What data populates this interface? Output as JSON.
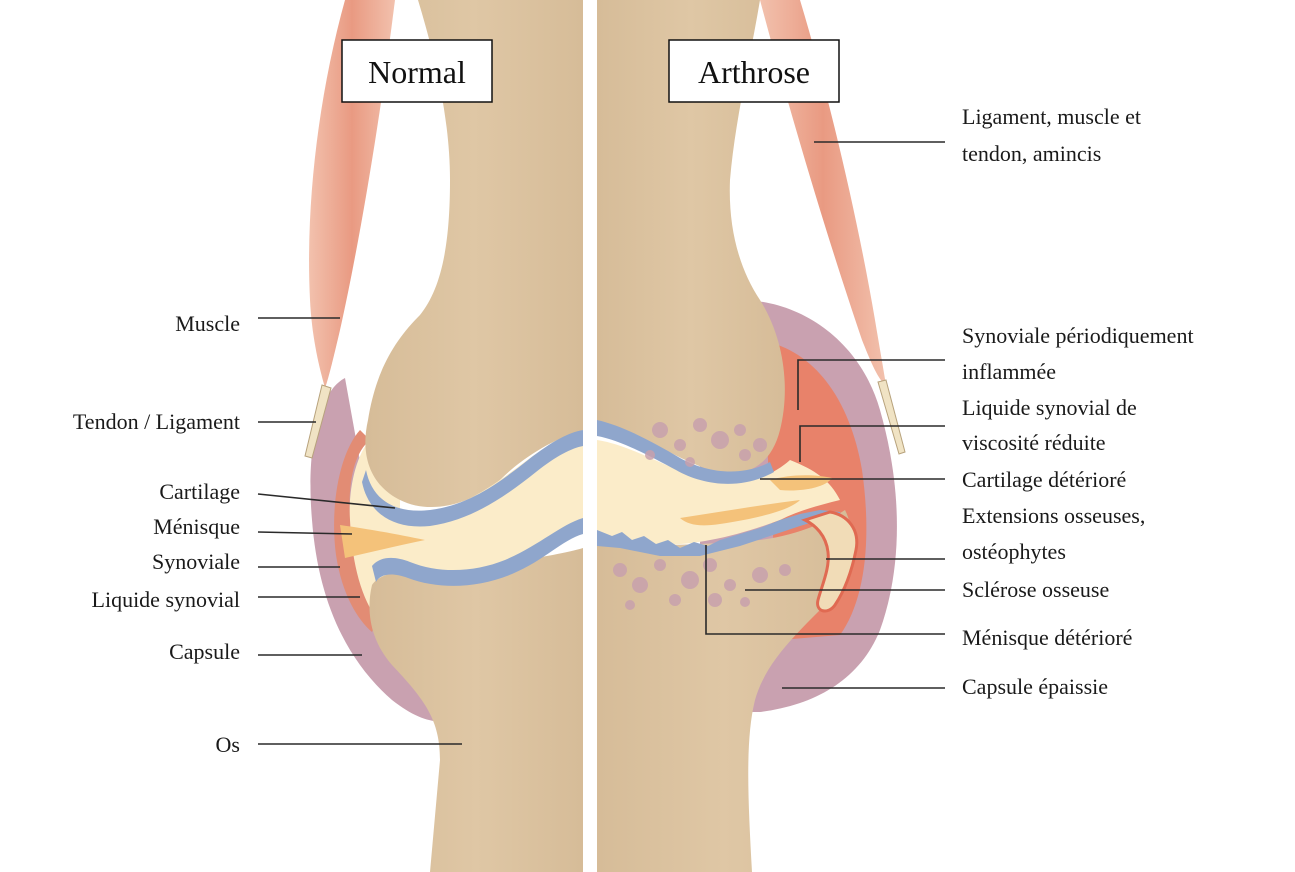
{
  "panels": {
    "normal": "Normal",
    "arthrosis": "Arthrose"
  },
  "left_labels": {
    "muscle": "Muscle",
    "tendon": "Tendon / Ligament",
    "cartilage": "Cartilage",
    "meniscus": "Ménisque",
    "synovial": "Synoviale",
    "synovial_fluid": "Liquide synovial",
    "capsule": "Capsule",
    "bone": "Os"
  },
  "right_labels": {
    "ligament_1": "Ligament, muscle et",
    "ligament_2": "tendon, amincis",
    "synovial_1": "Synoviale périodiquement",
    "synovial_2": "inflammée",
    "fluid_1": "Liquide synovial de",
    "fluid_2": "viscosité réduite",
    "cartilage": "Cartilage détérioré",
    "osteo_1": "Extensions osseuses,",
    "osteo_2": "ostéophytes",
    "sclerosis": "Sclérose osseuse",
    "meniscus": "Ménisque détérioré",
    "capsule": "Capsule épaissie"
  },
  "colors": {
    "bone": "#dcc3a0",
    "bone_dark": "#cdb08a",
    "cartilage": "#8fa6cc",
    "synovial_fluid": "#fbecc9",
    "muscle": "#eeaa94",
    "capsule": "#c9a1b0",
    "synovial_inflamed": "#e8826a",
    "meniscus": "#f4c27a",
    "sclerosis_dots": "#c8a1ad",
    "divider": "#ffffff"
  }
}
